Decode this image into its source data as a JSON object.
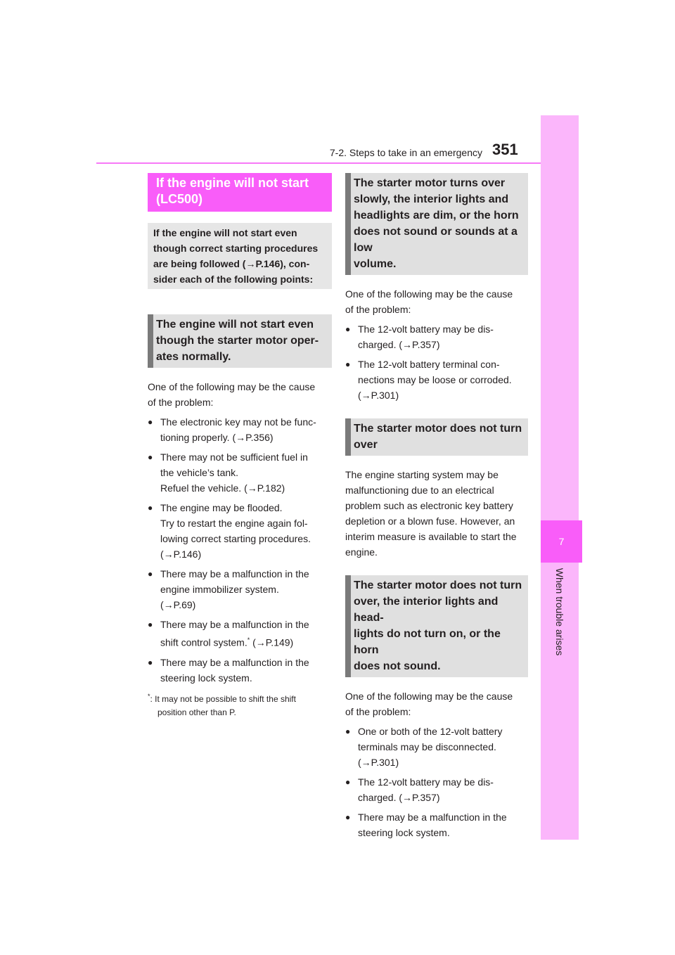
{
  "header": {
    "section_title": "7-2. Steps to take in an emergency",
    "page_number": "351"
  },
  "side_tab": {
    "chapter_number": "7",
    "chapter_title": "When trouble arises"
  },
  "left": {
    "heading": [
      "If the engine will not start",
      "(LC500)"
    ],
    "intro": [
      "If the engine will not start even",
      "though correct starting procedures",
      "are being followed (→P.146), con-",
      "sider each of the following points:"
    ],
    "sub1": {
      "title": [
        "The engine will not start even",
        "though the starter motor oper-",
        "ates normally."
      ],
      "text": [
        "One of the following may be the cause",
        "of the problem:"
      ],
      "bullets": [
        [
          "The electronic key may not be func-",
          "tioning properly. (→P.356)"
        ],
        [
          "There may not be sufficient fuel in",
          "the vehicle’s tank.",
          "Refuel the vehicle. (→P.182)"
        ],
        [
          "The engine may be flooded.",
          "Try to restart the engine again fol-",
          "lowing correct starting procedures.",
          "(→P.146)"
        ],
        [
          "There may be a malfunction in the",
          "engine immobilizer system.",
          "(→P.69)"
        ]
      ],
      "bullet_shift": {
        "line1": "There may be a malfunction in the",
        "line2_before": "shift control system.",
        "marker": "*",
        "line2_after": " (→P.149)"
      },
      "bullet_last": [
        "There may be a malfunction in the",
        "steering lock system."
      ],
      "footnote": {
        "marker": "*",
        "line1": ": It may not be possible to shift the shift",
        "line2": "position other than P."
      }
    }
  },
  "right": {
    "sub2": {
      "title": [
        "The starter motor turns over",
        "slowly, the interior lights and",
        "headlights are dim, or the horn",
        "does not sound or sounds at a low",
        "volume."
      ],
      "text": [
        "One of the following may be the cause",
        "of the problem:"
      ],
      "bullets": [
        [
          "The 12-volt battery may be dis-",
          "charged. (→P.357)"
        ],
        [
          "The 12-volt battery terminal con-",
          "nections may be loose or corroded.",
          "(→P.301)"
        ]
      ]
    },
    "sub3": {
      "title": [
        "The starter motor does not turn",
        "over"
      ],
      "text": [
        "The engine starting system may be",
        "malfunctioning due to an electrical",
        "problem such as electronic key battery",
        "depletion or a blown fuse. However, an",
        "interim measure is available to start the",
        "engine."
      ]
    },
    "sub4": {
      "title": [
        "The starter motor does not turn",
        "over, the interior lights and head-",
        "lights do not turn on, or the horn",
        "does not sound."
      ],
      "text": [
        "One of the following may be the cause",
        "of the problem:"
      ],
      "bullets": [
        [
          "One or both of the 12-volt battery",
          "terminals may be disconnected.",
          "(→P.301)"
        ],
        [
          "The 12-volt battery may be dis-",
          "charged. (→P.357)"
        ],
        [
          "There may be a malfunction in the",
          "steering lock system."
        ]
      ]
    }
  }
}
